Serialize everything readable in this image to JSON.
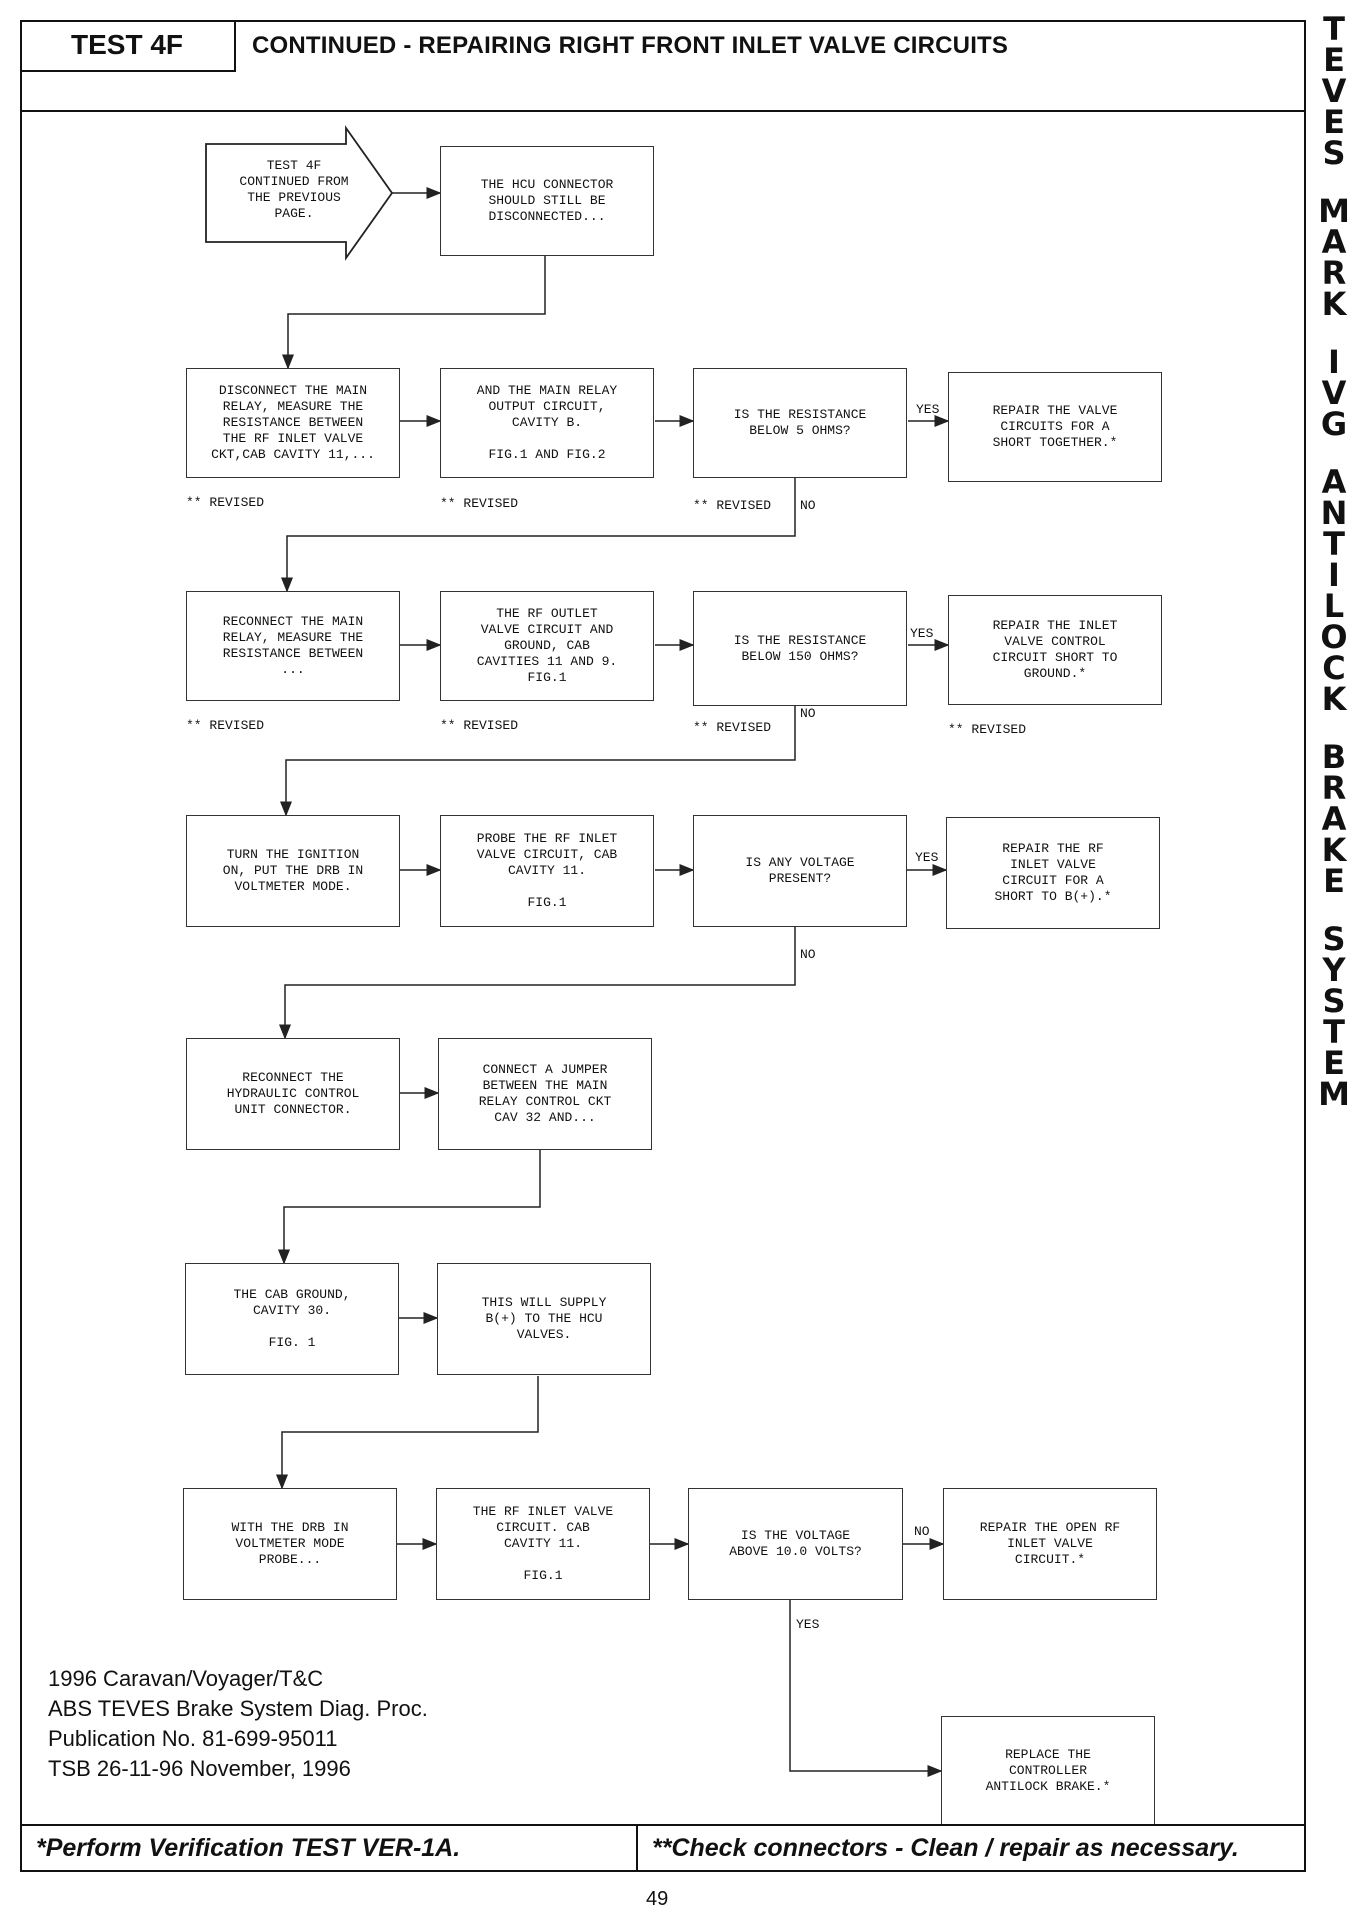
{
  "header": {
    "test_id": "TEST 4F",
    "title": "CONTINUED - REPAIRING RIGHT FRONT INLET VALVE CIRCUITS"
  },
  "side_title": [
    "TEVES",
    "MARK",
    "IVG",
    "ANTILOCK",
    "BRAKE",
    "SYSTEM"
  ],
  "flow": {
    "start": "TEST 4F\nCONTINUED FROM\nTHE PREVIOUS\nPAGE.",
    "hcu": "THE HCU CONNECTOR\nSHOULD STILL BE\nDISCONNECTED...",
    "row1": {
      "a": "DISCONNECT THE MAIN\nRELAY, MEASURE THE\nRESISTANCE BETWEEN\nTHE RF INLET VALVE\nCKT,CAB CAVITY 11,...",
      "b": "AND THE MAIN RELAY\nOUTPUT CIRCUIT,\nCAVITY B.\n\nFIG.1 AND FIG.2",
      "q": "IS THE RESISTANCE\nBELOW 5 OHMS?",
      "r": "REPAIR THE VALVE\nCIRCUITS FOR A\nSHORT TOGETHER.*"
    },
    "row2": {
      "a": "RECONNECT THE MAIN\nRELAY, MEASURE THE\nRESISTANCE BETWEEN\n...",
      "b": "THE RF OUTLET\nVALVE CIRCUIT AND\nGROUND, CAB\nCAVITIES 11 AND 9.\nFIG.1",
      "q": "IS THE RESISTANCE\nBELOW 150 OHMS?",
      "r": "REPAIR THE INLET\nVALVE CONTROL\nCIRCUIT SHORT TO\nGROUND.*"
    },
    "row3": {
      "a": "TURN THE IGNITION\nON, PUT THE DRB IN\nVOLTMETER MODE.",
      "b": "PROBE THE RF INLET\nVALVE CIRCUIT, CAB\nCAVITY 11.\n\nFIG.1",
      "q": "IS ANY VOLTAGE\nPRESENT?",
      "r": "REPAIR THE RF\nINLET VALVE\nCIRCUIT FOR A\nSHORT TO B(+).*"
    },
    "row4": {
      "a": "RECONNECT THE\nHYDRAULIC CONTROL\nUNIT CONNECTOR.",
      "b": "CONNECT A JUMPER\nBETWEEN THE MAIN\nRELAY CONTROL CKT\nCAV 32 AND..."
    },
    "row5": {
      "a": "THE CAB GROUND,\nCAVITY 30.\n\nFIG. 1",
      "b": "THIS WILL SUPPLY\nB(+) TO THE HCU\nVALVES."
    },
    "row6": {
      "a": "WITH THE DRB IN\nVOLTMETER MODE\nPROBE...",
      "b": "THE RF INLET VALVE\nCIRCUIT. CAB\nCAVITY 11.\n\nFIG.1",
      "q": "IS THE VOLTAGE\nABOVE 10.0 VOLTS?",
      "r": "REPAIR THE OPEN RF\nINLET VALVE\nCIRCUIT.*"
    },
    "final": "REPLACE THE\nCONTROLLER\nANTILOCK BRAKE.*"
  },
  "labels": {
    "revised": "** REVISED",
    "yes": "YES",
    "no": "NO"
  },
  "publication": "1996 Caravan/Voyager/T&C\nABS TEVES Brake System Diag. Proc.\nPublication No. 81-699-95011\nTSB 26-11-96   November, 1996",
  "footer": {
    "left": "*Perform Verification TEST VER-1A.",
    "right": "**Check connectors - Clean / repair as necessary."
  },
  "page_number": "49"
}
